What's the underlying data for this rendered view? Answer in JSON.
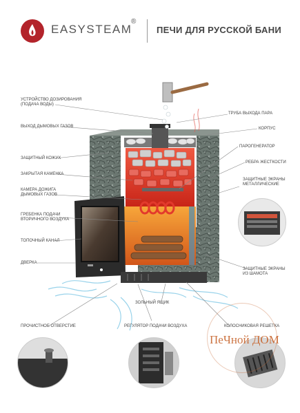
{
  "brand": {
    "name": "EASYSTEAM",
    "registered": "®",
    "tagline": "ПЕЧИ ДЛЯ РУССКОЙ БАНИ"
  },
  "labels": {
    "dosing_device": "УСТРОЙСТВО ДОЗИРОВАНИЯ\n(ПОДАЧА ВОДЫ)",
    "flue_gas_outlet": "ВЫХОД ДЫМОВЫХ ГАЗОВ",
    "protective_casing": "ЗАЩИТНЫЙ КОЖУХ",
    "closed_heater": "ЗАКРЫТАЯ КАМЕНКА",
    "afterburn_chamber": "КАМЕРА ДОЖИГА\nДЫМОВЫХ ГАЗОВ",
    "secondary_air_comb": "ГРЕБЕНКА ПОДАЧИ\nВТОРИЧНОГО ВОЗДУХА",
    "fire_channel": "ТОПОЧНЫЙ КАНАЛ",
    "door": "ДВЕРКА",
    "steam_pipe": "ТРУБА ВЫХОДА ПАРА",
    "body": "КОРПУС",
    "steam_generator": "ПАРОГЕНЕРАТОР",
    "stiffening_ribs": "РЕБРА ЖЕСТКОСТИ",
    "metal_screens": "ЗАЩИТНЫЕ ЭКРАНЫ\nМЕТАЛЛИЧЕСКИЕ",
    "chamotte_screens": "ЗАЩИТНЫЕ ЭКРАНЫ\nИЗ ШАМОТА",
    "ash_box": "ЗОЛЬНЫЙ ЯЩИК",
    "cleaning_hole": "ПРОЧИСТНОЕ ОТВЕРСТИЕ",
    "air_regulator": "РЕГУЛЯТОР ПОДАЧИ ВОЗДУХА",
    "grate": "КОЛОСНИКОВАЯ РЕШЕТКА"
  },
  "watermark": "ПеЧной ДОМ",
  "colors": {
    "brand_red": "#b3242b",
    "stone": "#6e7a74",
    "fire": "#e8741f",
    "heat": "#e33a2c",
    "air": "#7fc8e6"
  }
}
